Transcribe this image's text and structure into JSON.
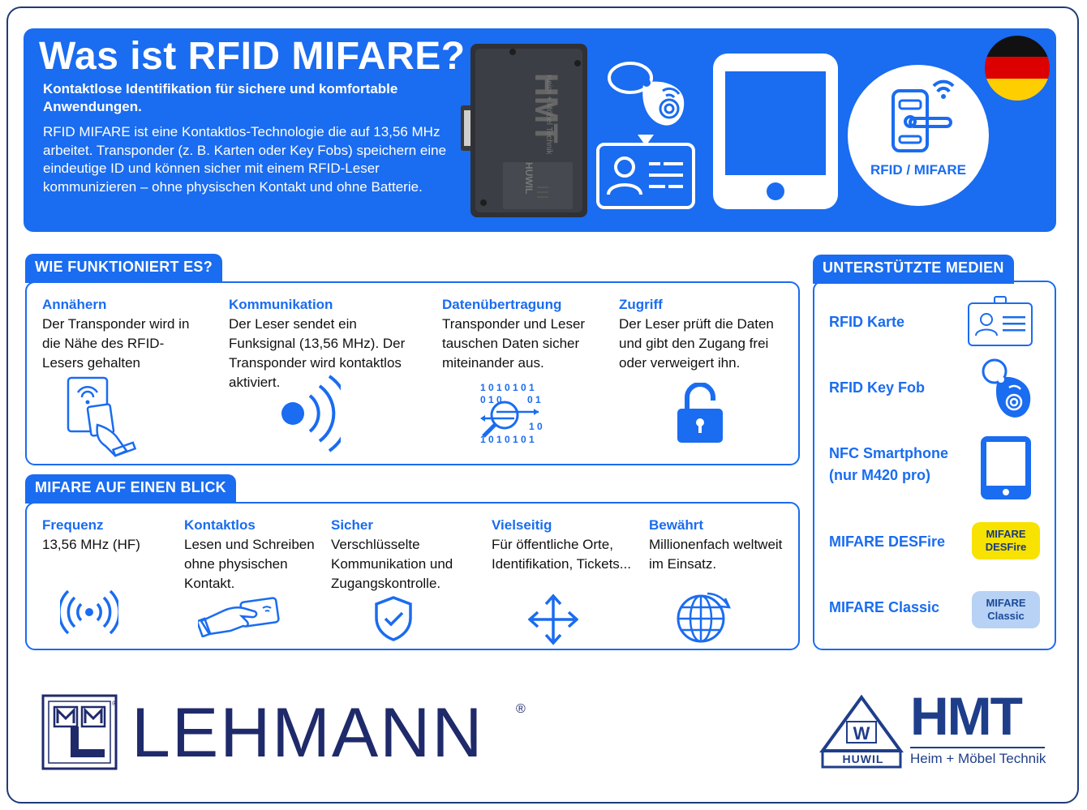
{
  "hero": {
    "title": "Was ist RFID MIFARE?",
    "subtitle": "Kontaktlose Identifikation für sichere und komfortable Anwendungen.",
    "description": "RFID MIFARE ist eine Kontaktlos-Technologie die auf 13,56 MHz arbeitet. Transponder (z. B. Karten oder Key Fobs) speichern eine eindeutige ID und können sicher mit einem RFID-Leser kommunizieren – ohne physischen Kontakt und ohne Batterie.",
    "badge_label": "RFID / MIFARE",
    "device_brand": "HMT",
    "device_sub": "Heim + Möbel Technik",
    "device_brand2": "HUWIL"
  },
  "how": {
    "heading": "WIE FUNKTIONIERT ES?",
    "steps": [
      {
        "title": "Annähern",
        "text": "Der Transponder wird in die Nähe des RFID-Lesers gehalten",
        "icon": "reader-hand-icon"
      },
      {
        "title": "Kommunikation",
        "text": "Der Leser sendet ein Funksignal (13,56 MHz). Der Transponder wird kontaktlos aktiviert.",
        "icon": "radio-waves-icon"
      },
      {
        "title": "Datenübertragung",
        "text": "Transponder und Leser tauschen Daten sicher miteinander aus.",
        "icon": "data-exchange-icon"
      },
      {
        "title": "Zugriff",
        "text": "Der Leser prüft die Daten und gibt den Zugang frei oder verweigert ihn.",
        "icon": "unlock-icon"
      }
    ]
  },
  "glance": {
    "heading": "MIFARE AUF EINEN BLICK",
    "items": [
      {
        "title": "Frequenz",
        "text": "13,56 MHz (HF)",
        "icon": "signal-icon"
      },
      {
        "title": "Kontaktlos",
        "text": "Lesen und Schreiben ohne physischen Kontakt.",
        "icon": "card-hand-icon"
      },
      {
        "title": "Sicher",
        "text": "Verschlüsselte Kommunikation und Zugangskontrolle.",
        "icon": "shield-check-icon"
      },
      {
        "title": "Vielseitig",
        "text": "Für öffentliche Orte, Identifikation, Tickets...",
        "icon": "move-arrows-icon"
      },
      {
        "title": "Bewährt",
        "text": "Millionenfach weltweit im Einsatz.",
        "icon": "globe-icon"
      }
    ]
  },
  "media": {
    "heading": "UNTERSTÜTZTE MEDIEN",
    "items": [
      {
        "label": "RFID Karte",
        "icon": "id-card-icon"
      },
      {
        "label": "RFID Key Fob",
        "icon": "key-fob-icon"
      },
      {
        "label": "NFC Smartphone (nur M420 pro)",
        "label_line1": "NFC Smartphone",
        "label_line2": "(nur M420 pro)",
        "icon": "smartphone-icon"
      },
      {
        "label": "MIFARE DESFire",
        "badge1": "MIFARE",
        "badge2": "DESFire"
      },
      {
        "label": "MIFARE Classic",
        "badge1": "MIFARE",
        "badge2": "Classic"
      }
    ]
  },
  "footer": {
    "lehmann": "LEHMANN",
    "lehmann_mark": "M M L",
    "reg": "®",
    "hmt": "HMT",
    "hmt_sub": "Heim + Möbel Technik",
    "huwil": "HUWIL",
    "huwil_w": "W"
  },
  "colors": {
    "accent": "#1a6cf0",
    "navy": "#1f2a6b",
    "yellow": "#f7e200",
    "light_blue": "#b8d2f5"
  }
}
